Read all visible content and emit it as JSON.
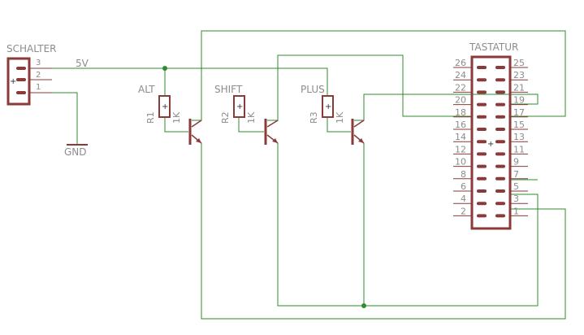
{
  "connector_schalter": {
    "name": "SCHALTER",
    "pins": [
      "3",
      "2",
      "1"
    ]
  },
  "net_labels": {
    "vcc": "5V",
    "gnd": "GND"
  },
  "resistors": [
    {
      "ref": "R1",
      "value": "1K",
      "label": "ALT"
    },
    {
      "ref": "R2",
      "value": "1K",
      "label": "SHIFT"
    },
    {
      "ref": "R3",
      "value": "1K",
      "label": "PLUS"
    }
  ],
  "connector_tastatur": {
    "name": "TASTATUR",
    "left_pins": [
      "26",
      "24",
      "22",
      "20",
      "18",
      "16",
      "14",
      "12",
      "10",
      "8",
      "6",
      "4",
      "2"
    ],
    "right_pins": [
      "25",
      "23",
      "21",
      "19",
      "17",
      "15",
      "13",
      "11",
      "9",
      "7",
      "5",
      "3",
      "1"
    ]
  },
  "colors": {
    "wire": "#2e8b2e",
    "part": "#8b3a3a",
    "text": "#8c8c8c"
  }
}
